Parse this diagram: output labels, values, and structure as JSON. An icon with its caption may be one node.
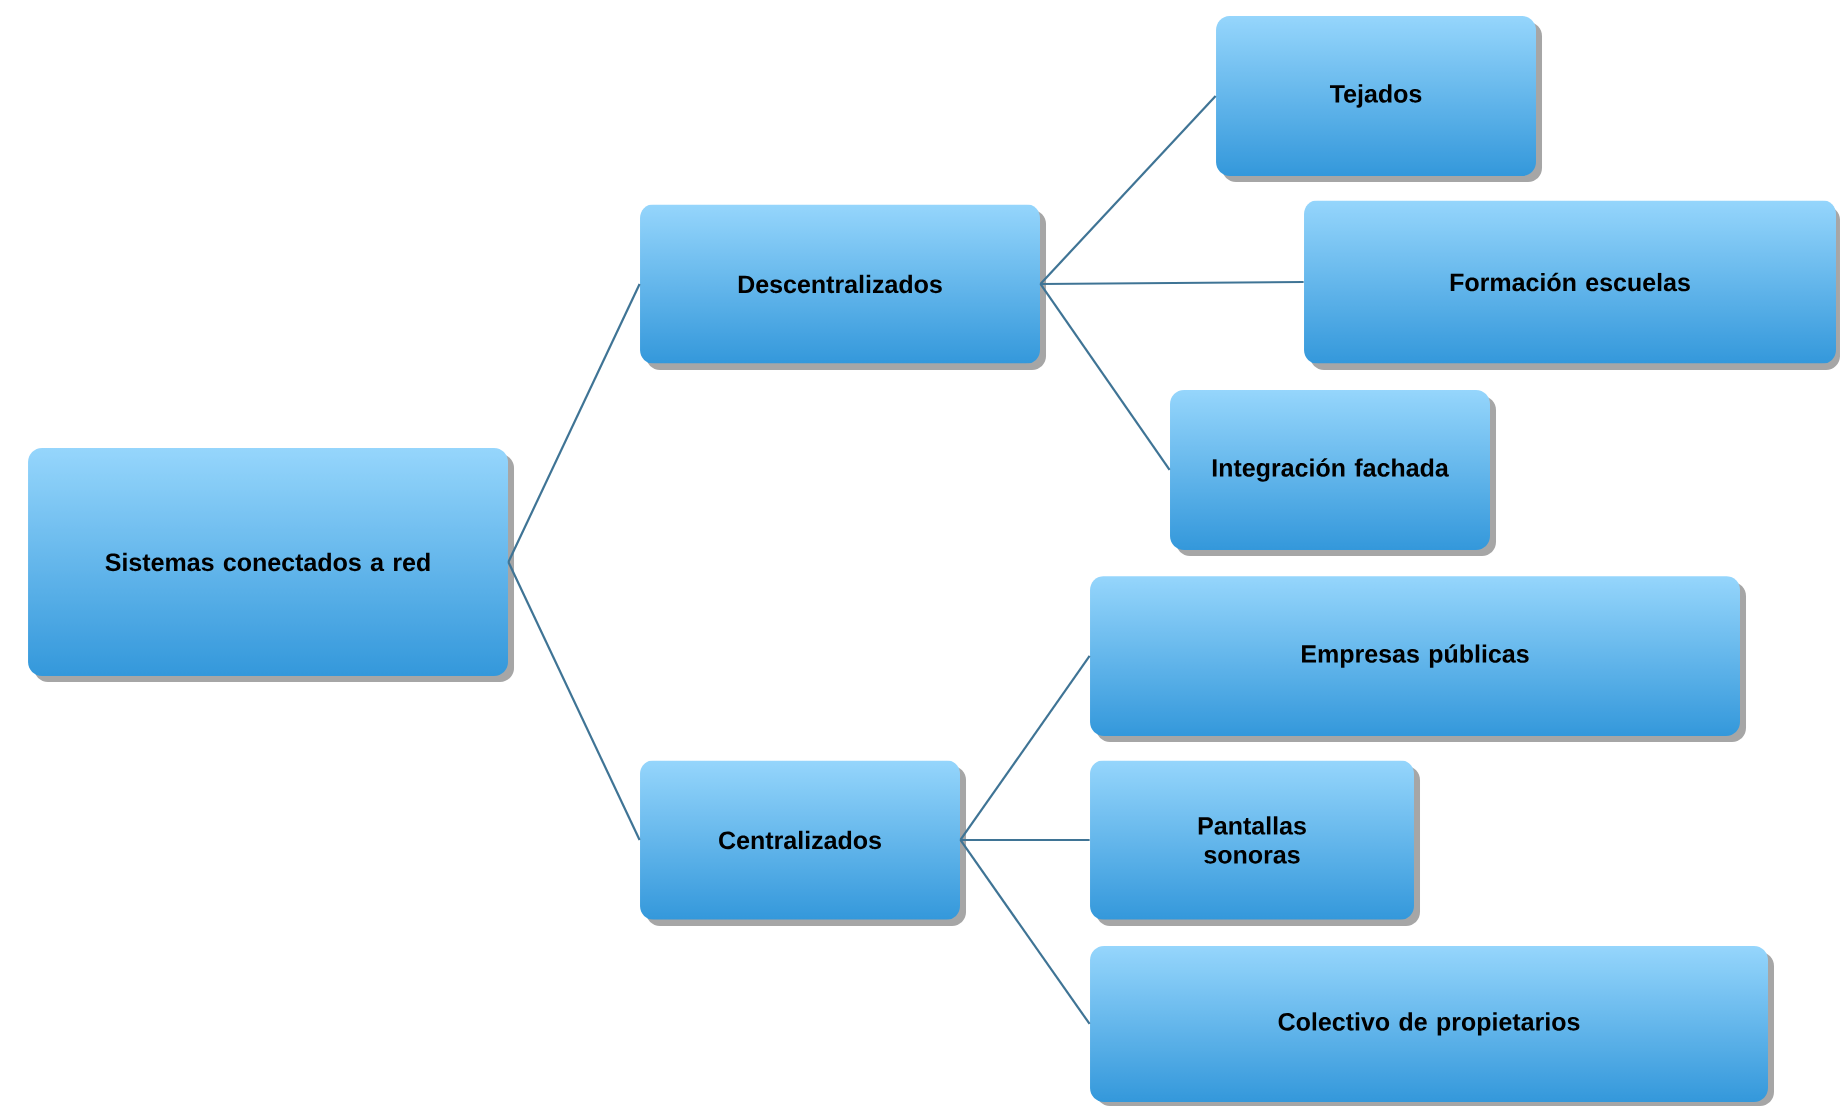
{
  "diagram": {
    "nodes": [
      {
        "text": [
          "Sistemas conectados a red"
        ]
      },
      {
        "text": [
          "Descentralizados"
        ]
      },
      {
        "text": [
          "Tejados"
        ]
      },
      {
        "text": [
          "Formación escuelas"
        ]
      },
      {
        "text": [
          "Integración fachada"
        ]
      },
      {
        "text": [
          "Centralizados"
        ]
      },
      {
        "text": [
          "Empresas públicas"
        ]
      },
      {
        "text": [
          "Pantallas sonoras"
        ]
      },
      {
        "text": [
          "Colectivo de propietarios"
        ]
      }
    ],
    "edges": [
      {
        "from": 0,
        "to": 1,
        "arrow": "none"
      },
      {
        "from": 0,
        "to": 5,
        "arrow": "none"
      },
      {
        "from": 1,
        "to": 2,
        "arrow": "none"
      },
      {
        "from": 1,
        "to": 3,
        "arrow": "none"
      },
      {
        "from": 1,
        "to": 4,
        "arrow": "none"
      },
      {
        "from": 5,
        "to": 6,
        "arrow": "none"
      },
      {
        "from": 5,
        "to": 7,
        "arrow": "none"
      },
      {
        "from": 5,
        "to": 8,
        "arrow": "none"
      }
    ]
  }
}
